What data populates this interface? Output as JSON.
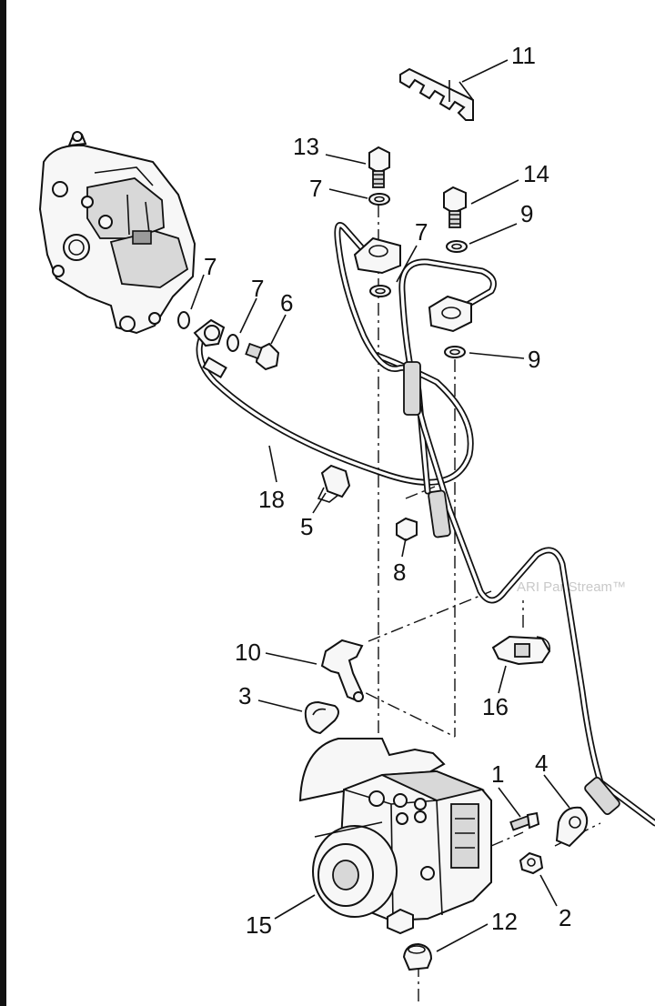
{
  "callouts": [
    {
      "id": "c1",
      "text": "1"
    },
    {
      "id": "c2",
      "text": "2"
    },
    {
      "id": "c3",
      "text": "3"
    },
    {
      "id": "c4",
      "text": "4"
    },
    {
      "id": "c5",
      "text": "5"
    },
    {
      "id": "c6",
      "text": "6"
    },
    {
      "id": "c7a",
      "text": "7"
    },
    {
      "id": "c7b",
      "text": "7"
    },
    {
      "id": "c7c",
      "text": "7"
    },
    {
      "id": "c7d",
      "text": "7"
    },
    {
      "id": "c8",
      "text": "8"
    },
    {
      "id": "c9a",
      "text": "9"
    },
    {
      "id": "c9b",
      "text": "9"
    },
    {
      "id": "c10",
      "text": "10"
    },
    {
      "id": "c11",
      "text": "11"
    },
    {
      "id": "c12",
      "text": "12"
    },
    {
      "id": "c13",
      "text": "13"
    },
    {
      "id": "c14",
      "text": "14"
    },
    {
      "id": "c15",
      "text": "15"
    },
    {
      "id": "c16",
      "text": "16"
    },
    {
      "id": "c18",
      "text": "18"
    }
  ],
  "watermark": "ARI PartStream™"
}
